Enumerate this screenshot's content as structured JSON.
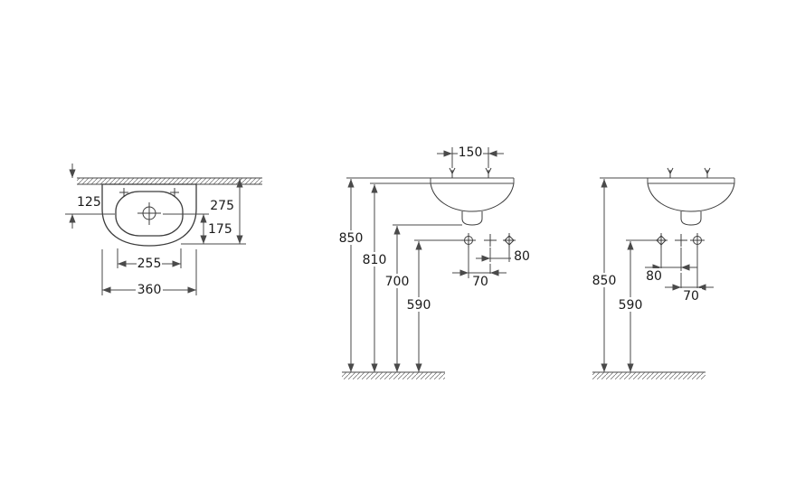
{
  "drawing": {
    "top_view": {
      "dims": {
        "d125": "125",
        "d275": "275",
        "d175": "175",
        "d255": "255",
        "d360": "360"
      }
    },
    "front_view": {
      "dims": {
        "d150": "150",
        "d850": "850",
        "d810": "810",
        "d700": "700",
        "d590": "590",
        "d80": "80",
        "d70": "70"
      }
    },
    "side_view": {
      "dims": {
        "d850": "850",
        "d590": "590",
        "d80": "80",
        "d70": "70"
      }
    }
  }
}
